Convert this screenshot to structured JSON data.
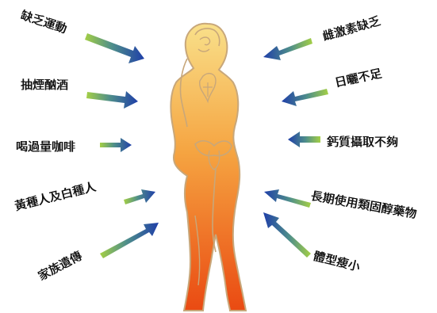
{
  "labels": {
    "lack_exercise": "缺乏運動",
    "smoking_drinking": "抽煙酗酒",
    "coffee": "喝過量咖啡",
    "race": "黃種人及白種人",
    "family": "家族遺傳",
    "estrogen": "雌激素缺乏",
    "sunlight": "日曬不足",
    "calcium": "鈣質攝取不夠",
    "steroid": "長期使用類固醇藥物",
    "small_frame": "體型瘦小"
  },
  "colors": {
    "figure_top": "#f9e08a",
    "figure_mid": "#f59a3c",
    "figure_bottom": "#ea4a12",
    "outline": "#c8a77a",
    "arrow_green": "#8fc63f",
    "arrow_blue": "#1f3fa8"
  },
  "icons": [
    "female-body-figure",
    "arrow-icon"
  ]
}
